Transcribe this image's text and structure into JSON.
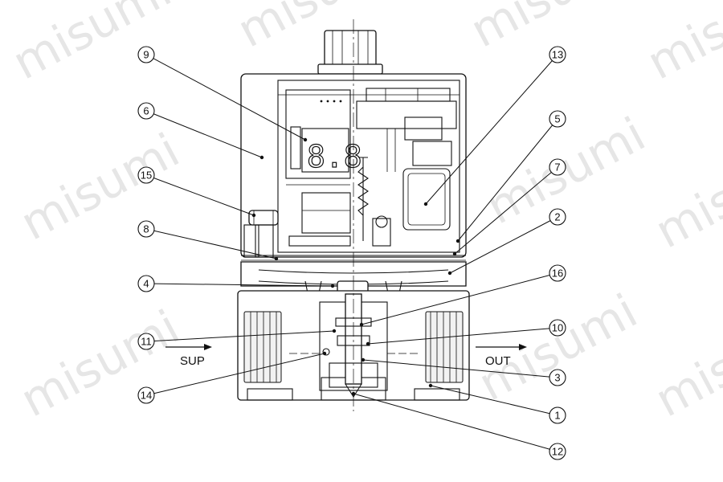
{
  "watermark": "misumi",
  "ports": {
    "supply": "SUP",
    "outlet": "OUT"
  },
  "display_digits": "8.8",
  "callouts": [
    "1",
    "2",
    "3",
    "4",
    "5",
    "6",
    "7",
    "8",
    "9",
    "10",
    "11",
    "12",
    "13",
    "14",
    "15",
    "16"
  ]
}
